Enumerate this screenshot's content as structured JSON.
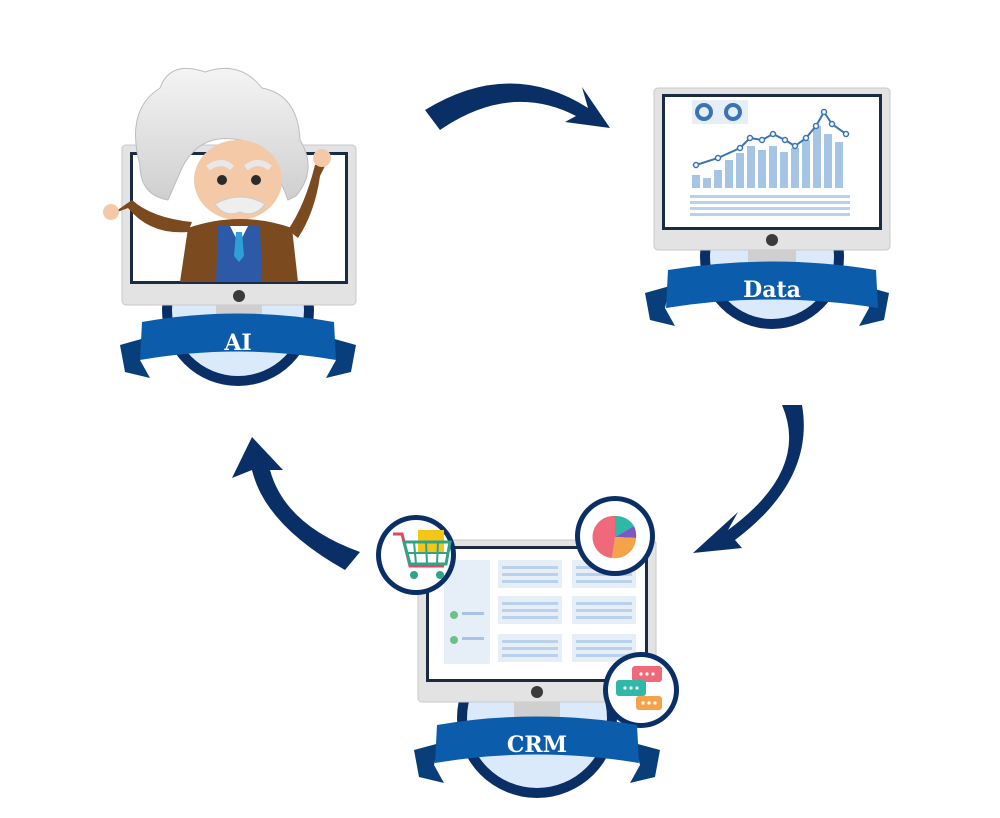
{
  "nodes": {
    "ai": {
      "label": "AI"
    },
    "data": {
      "label": "Data"
    },
    "crm": {
      "label": "CRM"
    }
  },
  "colors": {
    "navy": "#0a2f66",
    "ribbon": "#0b5cab",
    "ribbon_dark": "#083e7a",
    "disc": "#dbeafb",
    "monitor_frame": "#e3e3e3",
    "chart_bar": "#a6c4e3",
    "chart_line": "#3b74b5"
  },
  "icons": {
    "ai": "einstein-mascot-icon",
    "cart": "shopping-cart-icon",
    "pie": "pie-chart-icon",
    "chat": "chat-bubbles-icon",
    "donut": "donut-chart-icon"
  },
  "flow": [
    "AI",
    "Data",
    "CRM"
  ]
}
